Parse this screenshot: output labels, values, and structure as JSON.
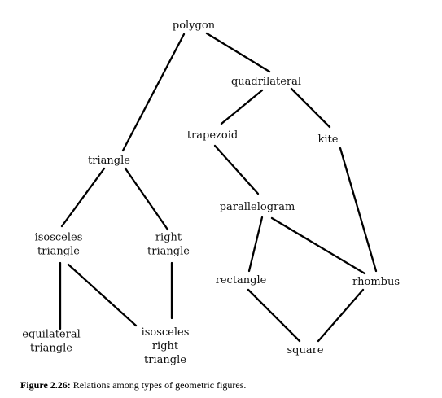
{
  "diagram": {
    "nodes": {
      "polygon": {
        "lines": [
          "polygon"
        ]
      },
      "quadrilateral": {
        "lines": [
          "quadrilateral"
        ]
      },
      "trapezoid": {
        "lines": [
          "trapezoid"
        ]
      },
      "kite": {
        "lines": [
          "kite"
        ]
      },
      "triangle": {
        "lines": [
          "triangle"
        ]
      },
      "parallelogram": {
        "lines": [
          "parallelogram"
        ]
      },
      "isosceles_triangle": {
        "lines": [
          "isosceles",
          "triangle"
        ]
      },
      "right_triangle": {
        "lines": [
          "right",
          "triangle"
        ]
      },
      "rectangle": {
        "lines": [
          "rectangle"
        ]
      },
      "rhombus": {
        "lines": [
          "rhombus"
        ]
      },
      "equilateral_triangle": {
        "lines": [
          "equilateral",
          "triangle"
        ]
      },
      "isosceles_right_triangle": {
        "lines": [
          "isosceles",
          "right",
          "triangle"
        ]
      },
      "square": {
        "lines": [
          "square"
        ]
      }
    },
    "edges": [
      [
        "polygon",
        "quadrilateral"
      ],
      [
        "polygon",
        "triangle"
      ],
      [
        "quadrilateral",
        "trapezoid"
      ],
      [
        "quadrilateral",
        "kite"
      ],
      [
        "trapezoid",
        "parallelogram"
      ],
      [
        "kite",
        "rhombus"
      ],
      [
        "triangle",
        "isosceles_triangle"
      ],
      [
        "triangle",
        "right_triangle"
      ],
      [
        "parallelogram",
        "rectangle"
      ],
      [
        "parallelogram",
        "rhombus"
      ],
      [
        "isosceles_triangle",
        "equilateral_triangle"
      ],
      [
        "isosceles_triangle",
        "isosceles_right_triangle"
      ],
      [
        "right_triangle",
        "isosceles_right_triangle"
      ],
      [
        "rectangle",
        "square"
      ],
      [
        "rhombus",
        "square"
      ]
    ]
  },
  "caption": {
    "label": "Figure 2.26:",
    "text": "Relations among types of geometric figures."
  }
}
